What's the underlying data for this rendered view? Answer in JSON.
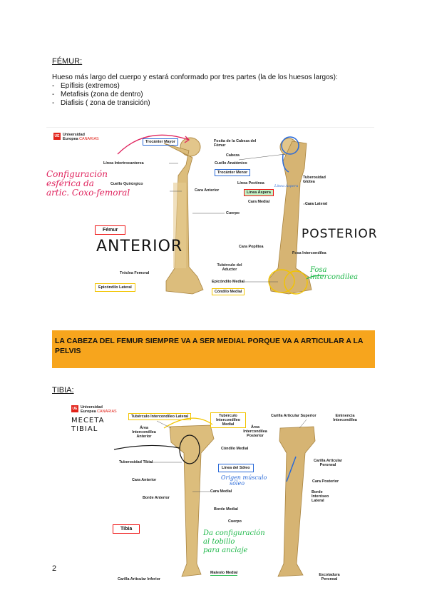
{
  "femur_section": {
    "heading": "FÉMUR:",
    "intro": "Hueso más largo del cuerpo y estará conformado por tres partes (la de los huesos largos):",
    "bullets": [
      "Epífisis (extremos)",
      "Metafisis (zona de dentro)",
      "Diafisis ( zona de transición)"
    ]
  },
  "femur_figure": {
    "logo": {
      "line1": "Universidad",
      "line2": "Europea",
      "sub": "CANARIAS",
      "mark": "UE"
    },
    "labels": {
      "trocanter_mayor": "Trocánter Mayor",
      "linea_intertrocanterea": "Línea Intertrocanterea",
      "cuello_quirurgico": "Cuello Quirúrgico",
      "cara_anterior": "Cara Anterior",
      "cuerpo": "Cuerpo",
      "fosita": "Fosita de la Cabeza del Fémur",
      "cabeza": "Cabeza",
      "cuello_anatomico": "Cuello Anatómico",
      "trocanter_menor": "Trocánter Menor",
      "linea_pectinea": "Línea Pectínea",
      "tuberosidad_glutea": "Tuberosidad Glútea",
      "linea_aspera": "Línea Áspera",
      "cara_medial": "Cara Medial",
      "cara_lateral": "Cara Lateral",
      "cara_poplitea": "Cara Poplítea",
      "fosa_intercondilea": "Fosa Intercondílea",
      "troclea_femoral": "Tróclea Femoral",
      "tuberculo_aductor": "Tubérculo del Aductor",
      "epicondilo_lateral": "Epicóndilo Lateral",
      "epicondilo_medial": "Epicóndilo Medial",
      "condilo_medial": "Cóndilo Medial"
    },
    "tag": "Fémur",
    "anterior": "ANTERIOR",
    "posterior": "POSTERIOR",
    "note_red": [
      "Configuración",
      "esférica da",
      "artic. Coxo-femoral"
    ],
    "note_blue": "Línea Áspera",
    "note_green": [
      "Fosa",
      "intercondilea"
    ]
  },
  "banner": {
    "text": "LA CABEZA DEL FEMUR SIEMPRE VA A SER MEDIAL PORQUE VA A ARTICULAR A LA PELVIS"
  },
  "tibia_section": {
    "heading": "TIBIA:"
  },
  "tibia_figure": {
    "logo": {
      "line1": "Universidad",
      "line2": "Europea",
      "sub": "CANARIAS",
      "mark": "UE"
    },
    "labels": {
      "tuberculo_intercondileo_lateral": "Tubérculo Intercondíleo Lateral",
      "tuberculo_intercondileo_medial": "Tubérculo Intercondíleo Medial",
      "area_intercondilea_anterior": "Área Intercondílea Anterior",
      "area_intercondilea_posterior": "Área Intercondílea Posterior",
      "condilo_medial": "Cóndilo Medial",
      "carilla_articular_superior": "Carilla Articular Superior",
      "eminencia_intercondilea": "Eminencia Intercondílea",
      "tuberosidad_tibial": "Tuberosidad Tibial",
      "linea_soleo": "Línea del Sóleo",
      "carilla_articular_peroneal": "Carilla Articular Peroneal",
      "cara_anterior": "Cara Anterior",
      "cara_medial": "Cara Medial",
      "cara_posterior": "Cara Posterior",
      "borde_anterior": "Borde Anterior",
      "borde_interoseo": "Borde Interóseo Lateral",
      "borde_medial": "Borde Medial",
      "cuerpo": "Cuerpo",
      "maleolo_medial": "Maleolo Medial",
      "escotadura_peroneal": "Escotadura Peroneal",
      "carilla_articular_inferior": "Carilla Articular Inferior"
    },
    "tag": "Tibia",
    "note_black": [
      "MECETA",
      "TIBIAL"
    ],
    "note_blue": [
      "Origen músculo",
      "sóleo"
    ],
    "note_green": [
      "Da configuración",
      "al tobillo",
      "para anclaje"
    ]
  },
  "page": {
    "number": "2"
  },
  "colors": {
    "banner": "#f7a51d",
    "red_ink": "#e0245e",
    "green_ink": "#1fb84a",
    "blue_ink": "#2a6ad8",
    "bone": "#d9b877"
  }
}
